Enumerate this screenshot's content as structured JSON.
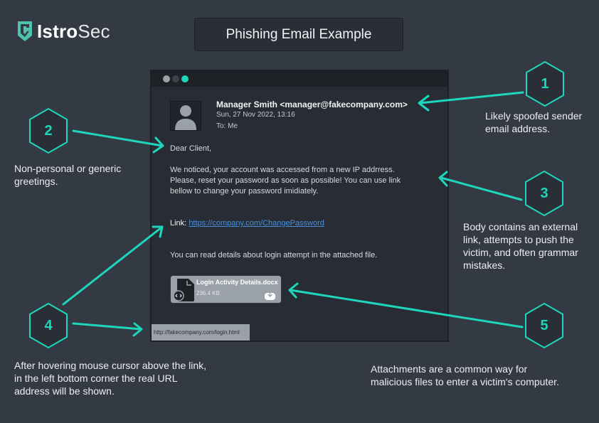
{
  "brand": {
    "logo_bold": "Istro",
    "logo_light": "Sec",
    "accent": "#1ed6bc"
  },
  "header": {
    "title": "Phishing Email Example"
  },
  "window": {
    "controls": [
      {
        "name": "window-dot-gray",
        "color": "#9ba1a8"
      },
      {
        "name": "window-dot-dark",
        "color": "#3d434c"
      },
      {
        "name": "window-dot-teal",
        "color": "#1ed6bc"
      }
    ]
  },
  "email": {
    "sender": "Manager Smith <manager@fakecompany.com>",
    "date": "Sun, 27 Nov 2022, 13:16",
    "to": "To: Me",
    "greeting": "Dear Client,",
    "body_lines": [
      "We noticed, your account was accessed from a new IP addrress.",
      "Please, reset your password as soon as possible! You can use link",
      "bellow to change your password imidiately."
    ],
    "link_label": "Link:",
    "link_text": "https://company.com/ChangePassword",
    "attachment_note": "You can read details about login attempt in the attached file.",
    "attachment": {
      "name": "Login Activity Details.docx",
      "size": "236.4 KB"
    },
    "status_url": "http://fakecompany.com/login.html"
  },
  "annotations": [
    {
      "number": "1",
      "lines": [
        "Likely spoofed sender",
        "email address."
      ]
    },
    {
      "number": "2",
      "lines": [
        "Non-personal or generic",
        "greetings."
      ]
    },
    {
      "number": "3",
      "lines": [
        "Body contains an external",
        "link, attempts to push the",
        "victim, and often grammar",
        "mistakes."
      ]
    },
    {
      "number": "4",
      "lines": [
        "After hovering mouse cursor above the link,",
        "in the left bottom corner the real URL",
        "address will be shown."
      ]
    },
    {
      "number": "5",
      "lines": [
        "Attachments are a common way for",
        "malicious files to enter a victim's computer."
      ]
    }
  ]
}
